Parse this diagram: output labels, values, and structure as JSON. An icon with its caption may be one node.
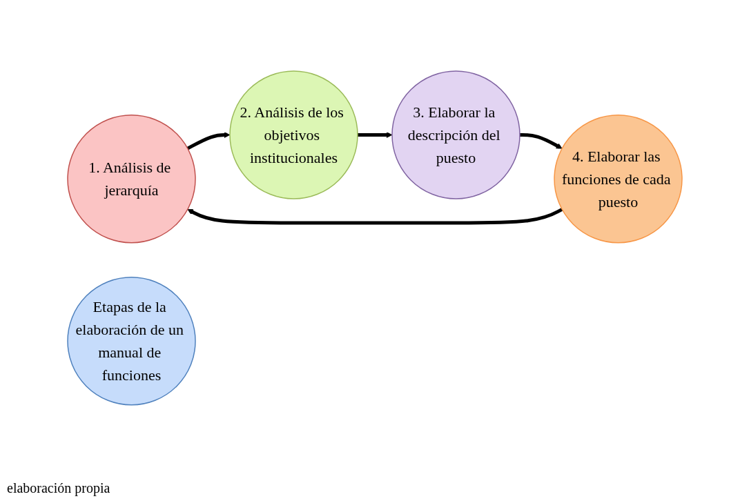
{
  "diagram": {
    "caption": "elaboración propia",
    "nodes": [
      {
        "text": [
          "1. Análisis de jerarquía"
        ]
      },
      {
        "text": [
          "Etapas de la elaboración de un manual de funciones"
        ]
      },
      {
        "text": [
          "4. Elaborar las funciones de cada puesto"
        ]
      },
      {
        "text": [
          "2. Análisis de los objetivos institucionales"
        ]
      },
      {
        "text": [
          "3. Elaborar la descripción del puesto"
        ]
      }
    ],
    "edges": [
      {
        "from": 0,
        "to": 3,
        "arrow": "to"
      },
      {
        "from": 3,
        "to": 4,
        "arrow": "to"
      },
      {
        "from": 4,
        "to": 2,
        "arrow": "to"
      },
      {
        "from": 2,
        "to": 0,
        "arrow": "to"
      }
    ]
  }
}
